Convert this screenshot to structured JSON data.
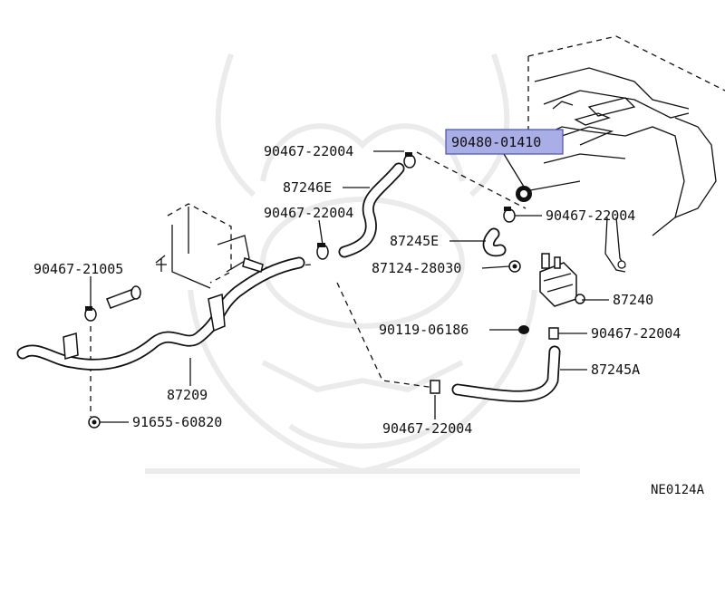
{
  "diagram": {
    "code": "NE0124A",
    "highlight_color": "#a9aee6",
    "callouts": [
      {
        "id": "c1",
        "text": "90467-22004"
      },
      {
        "id": "c2",
        "text": "87246E"
      },
      {
        "id": "c3",
        "text": "90467-22004"
      },
      {
        "id": "c4",
        "text": "90480-01410"
      },
      {
        "id": "c5",
        "text": "90467-22004"
      },
      {
        "id": "c6",
        "text": "87245E"
      },
      {
        "id": "c7",
        "text": "90467-21005"
      },
      {
        "id": "c8",
        "text": "87124-28030"
      },
      {
        "id": "c9",
        "text": "87240"
      },
      {
        "id": "c10",
        "text": "90119-06186"
      },
      {
        "id": "c11",
        "text": "90467-22004"
      },
      {
        "id": "c12",
        "text": "87245A"
      },
      {
        "id": "c13",
        "text": "87209"
      },
      {
        "id": "c14",
        "text": "91655-60820"
      },
      {
        "id": "c15",
        "text": "90467-22004"
      }
    ]
  }
}
